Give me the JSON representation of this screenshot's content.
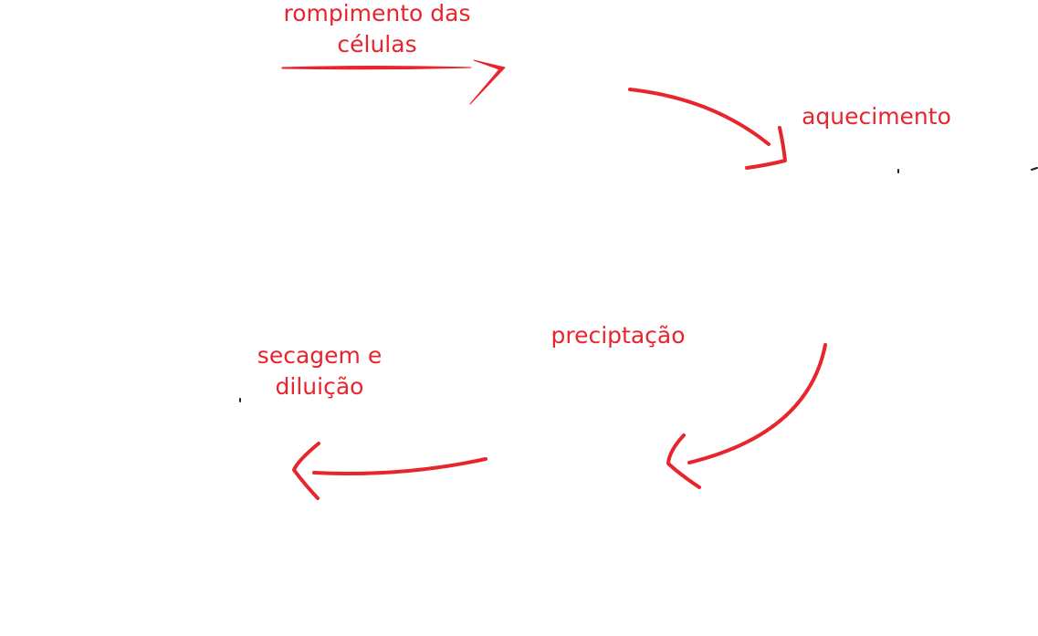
{
  "diagram": {
    "stroke_color": "#e8242c",
    "labels": {
      "step1": "rompimento das\ncélulas",
      "step2": "aquecimento",
      "step3": "preciptação",
      "step4": "secagem e\ndiluição"
    }
  }
}
